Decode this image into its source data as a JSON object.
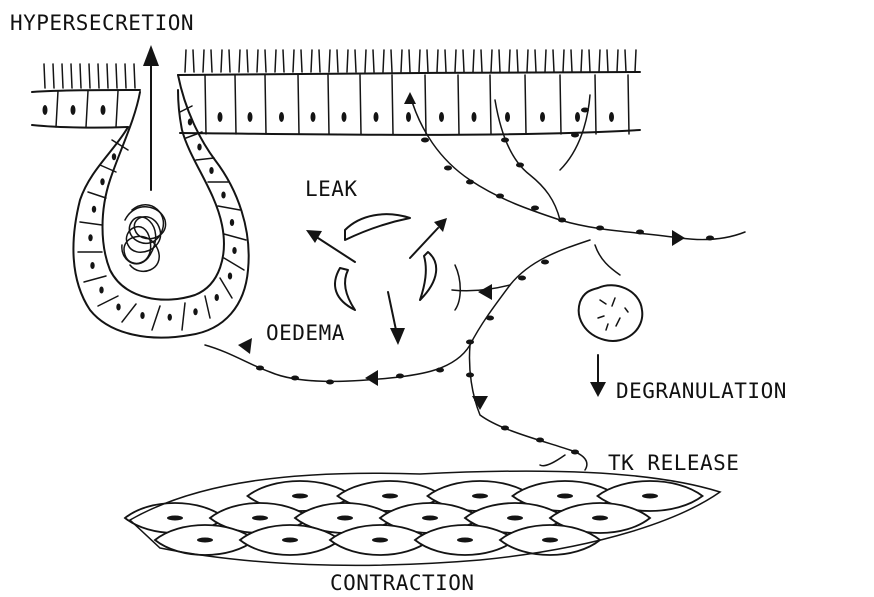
{
  "labels": {
    "hypersecretion": "HYPERSECRETION",
    "leak": "LEAK",
    "oedema": "OEDEMA",
    "degranulation": "DEGRANULATION",
    "tk_release": "TK RELEASE",
    "contraction": "CONTRACTION"
  },
  "colors": {
    "ink": "#141414",
    "paper": "#ffffff"
  }
}
